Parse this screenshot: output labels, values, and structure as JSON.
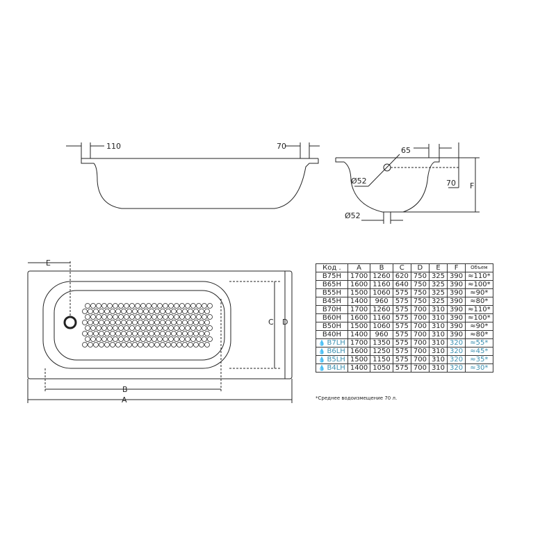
{
  "dimensions": {
    "side_left": "110",
    "side_right": "70",
    "end_top": "65",
    "end_overflow_dia": "Ø52",
    "end_offset": "70",
    "end_height": "F",
    "end_drain_dia": "Ø52",
    "top_e": "E",
    "top_b": "B",
    "top_a": "A",
    "top_c": "C",
    "top_d": "D"
  },
  "table": {
    "headers": [
      "Код .",
      "A",
      "B",
      "C",
      "D",
      "E",
      "F",
      "Объем"
    ],
    "rows": [
      {
        "code": "B75H",
        "cells": [
          "1700",
          "1260",
          "620",
          "750",
          "325",
          "390",
          "≈110*"
        ],
        "light": false
      },
      {
        "code": "B65H",
        "cells": [
          "1600",
          "1160",
          "640",
          "750",
          "325",
          "390",
          "≈100*"
        ],
        "light": false
      },
      {
        "code": "B55H",
        "cells": [
          "1500",
          "1060",
          "575",
          "750",
          "325",
          "390",
          "≈90*"
        ],
        "light": false
      },
      {
        "code": "B45H",
        "cells": [
          "1400",
          "960",
          "575",
          "750",
          "325",
          "390",
          "≈80*"
        ],
        "light": false
      },
      {
        "code": "B70H",
        "cells": [
          "1700",
          "1260",
          "575",
          "700",
          "310",
          "390",
          "≈110*"
        ],
        "light": false
      },
      {
        "code": "B60H",
        "cells": [
          "1600",
          "1160",
          "575",
          "700",
          "310",
          "390",
          "≈100*"
        ],
        "light": false
      },
      {
        "code": "B50H",
        "cells": [
          "1500",
          "1060",
          "575",
          "700",
          "310",
          "390",
          "≈90*"
        ],
        "light": false
      },
      {
        "code": "B40H",
        "cells": [
          "1400",
          "960",
          "575",
          "700",
          "310",
          "390",
          "≈80*"
        ],
        "light": false
      },
      {
        "code": "B7LH",
        "cells": [
          "1700",
          "1350",
          "575",
          "700",
          "310",
          "320",
          "≈55*"
        ],
        "light": true
      },
      {
        "code": "B6LH",
        "cells": [
          "1600",
          "1250",
          "575",
          "700",
          "310",
          "320",
          "≈45*"
        ],
        "light": true
      },
      {
        "code": "B5LH",
        "cells": [
          "1500",
          "1150",
          "575",
          "700",
          "310",
          "320",
          "≈35*"
        ],
        "light": true
      },
      {
        "code": "B4LH",
        "cells": [
          "1400",
          "1050",
          "575",
          "700",
          "310",
          "320",
          "≈30*"
        ],
        "light": true
      }
    ],
    "note": "*Среднее водоизмещение 70 л.",
    "accent_color": "#3a8fb0",
    "light_icon": "water-drop-icon"
  }
}
